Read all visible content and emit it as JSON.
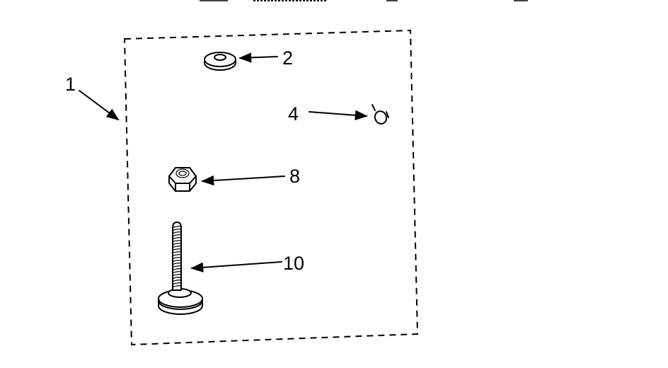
{
  "diagram": {
    "callouts": {
      "kit": "1",
      "washer": "2",
      "clip": "4",
      "nut": "8",
      "screw": "10"
    }
  }
}
